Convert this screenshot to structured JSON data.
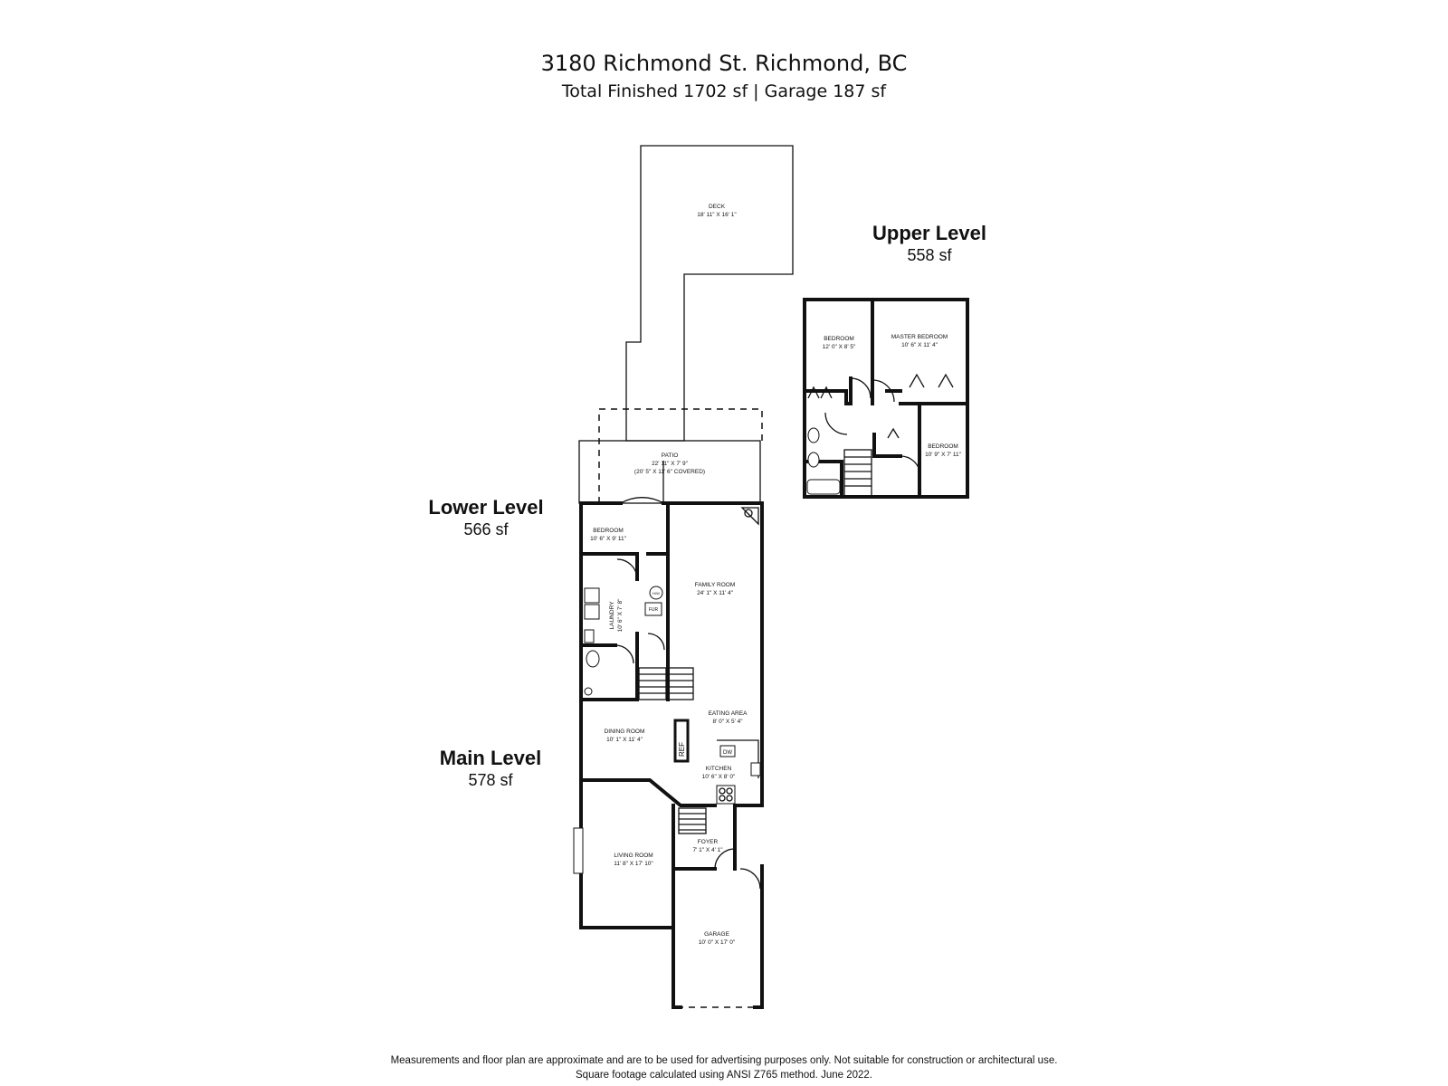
{
  "header": {
    "address": "3180 Richmond St. Richmond, BC",
    "summary": "Total Finished 1702 sf  |  Garage  187 sf"
  },
  "levels": {
    "upper": {
      "name": "Upper Level",
      "area": "558 sf"
    },
    "lower": {
      "name": "Lower Level",
      "area": "566 sf"
    },
    "main": {
      "name": "Main Level",
      "area": "578 sf"
    }
  },
  "rooms": {
    "deck": {
      "name": "DECK",
      "dims": "18' 11\" X 16' 1\""
    },
    "patio": {
      "name": "PATIO",
      "dims": "22' 11\" X 7' 9\"",
      "note": "(20' 5\" X 11' 6\" COVERED)"
    },
    "bedroom_lower": {
      "name": "BEDROOM",
      "dims": "10' 6\" X 9' 11\""
    },
    "family_room": {
      "name": "FAMILY ROOM",
      "dims": "24' 1\" X 11' 4\""
    },
    "laundry": {
      "name": "LAUNDRY",
      "dims": "10' 6\" X 7' 8\""
    },
    "eating_area": {
      "name": "EATING AREA",
      "dims": "8' 0\" X 5' 4\""
    },
    "dining_room": {
      "name": "DINING ROOM",
      "dims": "10' 1\" X 11' 4\""
    },
    "kitchen": {
      "name": "KITCHEN",
      "dims": "10' 6\" X 8' 0\""
    },
    "living_room": {
      "name": "LIVING ROOM",
      "dims": "11' 8\" X 17' 10\""
    },
    "foyer": {
      "name": "FOYER",
      "dims": "7' 1\" X 4' 1\""
    },
    "garage": {
      "name": "GARAGE",
      "dims": "10' 0\" X 17' 0\""
    },
    "bedroom_up1": {
      "name": "BEDROOM",
      "dims": "12' 0\" X 8' 5\""
    },
    "master": {
      "name": "MASTER BEDROOM",
      "dims": "10' 6\" X 11' 4\""
    },
    "bedroom_up2": {
      "name": "BEDROOM",
      "dims": "10' 9\" X 7' 11\""
    }
  },
  "fixtures": {
    "ref": "REF",
    "dw": "DW",
    "fur": "FUR",
    "hw": "H/W"
  },
  "footer": {
    "line1": "Measurements and floor plan are approximate and are to be used for advertising purposes only. Not suitable for construction or architectural use.",
    "line2": "Square footage calculated using ANSI Z765 method. June 2022."
  }
}
